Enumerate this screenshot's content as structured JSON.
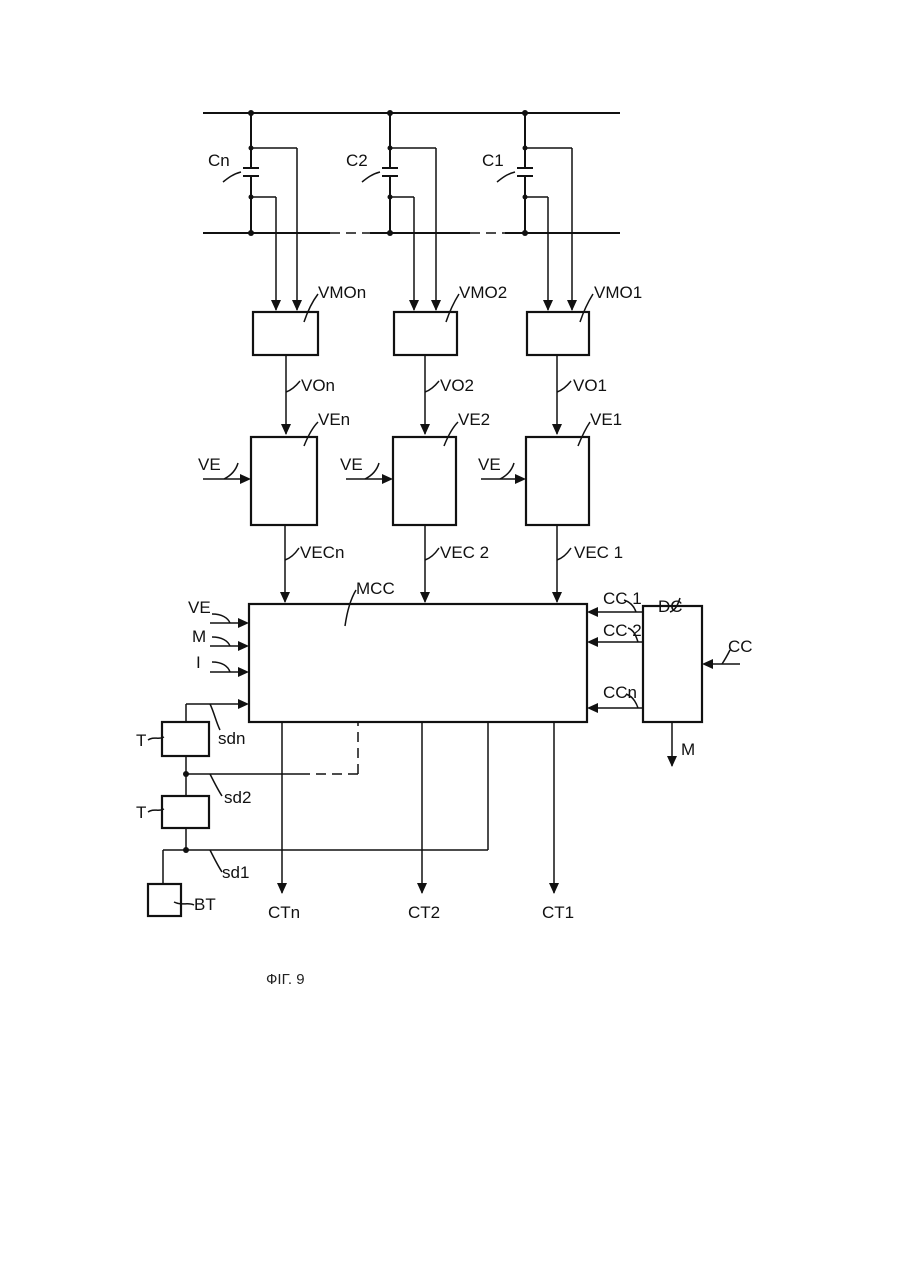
{
  "capacitors": [
    "Cn",
    "C2",
    "C1"
  ],
  "vm_blocks": [
    "VMOn",
    "VMO2",
    "VMO1"
  ],
  "vo_signals": [
    "VOn",
    "VO2",
    "VO1"
  ],
  "ve_blocks": [
    "VEn",
    "VE2",
    "VE1"
  ],
  "ve_inputs": [
    "VE",
    "VE",
    "VE"
  ],
  "vec_signals": [
    "VECn",
    "VEC 2",
    "VEC 1"
  ],
  "mcc": {
    "label": "MCC",
    "inputs": [
      "VE",
      "M",
      "I"
    ],
    "outputs": [
      "CTn",
      "CT2",
      "CT1"
    ]
  },
  "dc": {
    "label": "DC",
    "outputs": [
      "CC 1",
      "CC 2",
      "CCn"
    ],
    "input": "CC",
    "m_output": "M"
  },
  "timers": [
    "T",
    "T"
  ],
  "sd_lines": [
    "sdn",
    "sd2",
    "sd1"
  ],
  "bt": "BT",
  "caption": "ФIГ. 9"
}
